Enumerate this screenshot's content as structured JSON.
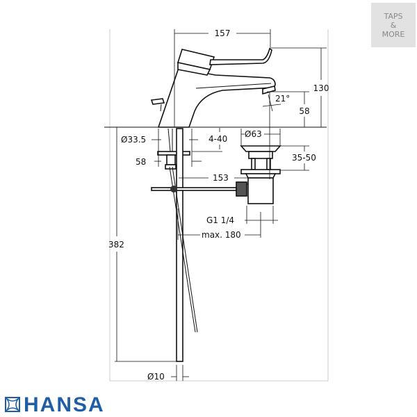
{
  "badge": {
    "line1": "TAPS",
    "line2": "&",
    "line3": "MORE"
  },
  "brand": {
    "name": "HANSA",
    "color": "#1f5da6"
  },
  "dimensions": {
    "width_top": "157",
    "height_total": "130",
    "spout_height": "58",
    "spout_angle": "21°",
    "mount_diameter": "Ø33.5",
    "deck_thickness": "4-40",
    "flange_width": "58",
    "drain_diameter": "Ø63",
    "drain_adjust": "35-50",
    "rod_distance": "153",
    "thread": "G1 1/4",
    "max_distance": "max. 180",
    "pipe_length": "382",
    "pipe_diameter": "Ø10"
  }
}
